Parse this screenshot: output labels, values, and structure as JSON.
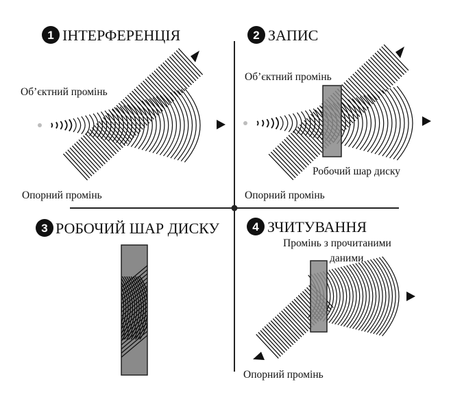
{
  "colors": {
    "ink": "#111111",
    "disc": "#8a8a8a",
    "disc_stroke": "#222222",
    "source_dot": "#bdbdbd",
    "axes": "#222222"
  },
  "panels": [
    {
      "number": "1",
      "title": "ІНТЕРФЕРЕНЦІЯ",
      "object_beam_label": "Об’єктний промінь",
      "reference_beam_label": "Опорний промінь"
    },
    {
      "number": "2",
      "title": "ЗАПИС",
      "object_beam_label": "Об’єктний промінь",
      "reference_beam_label": "Опорний промінь",
      "layer_label": "Робочий шар диску"
    },
    {
      "number": "3",
      "title": "РОБОЧИЙ ШАР ДИСКУ"
    },
    {
      "number": "4",
      "title": "ЗЧИТУВАННЯ",
      "data_beam_label_line1": "Промінь з прочитаними",
      "data_beam_label_line2": "даними",
      "reference_beam_label": "Опорний промінь"
    }
  ]
}
